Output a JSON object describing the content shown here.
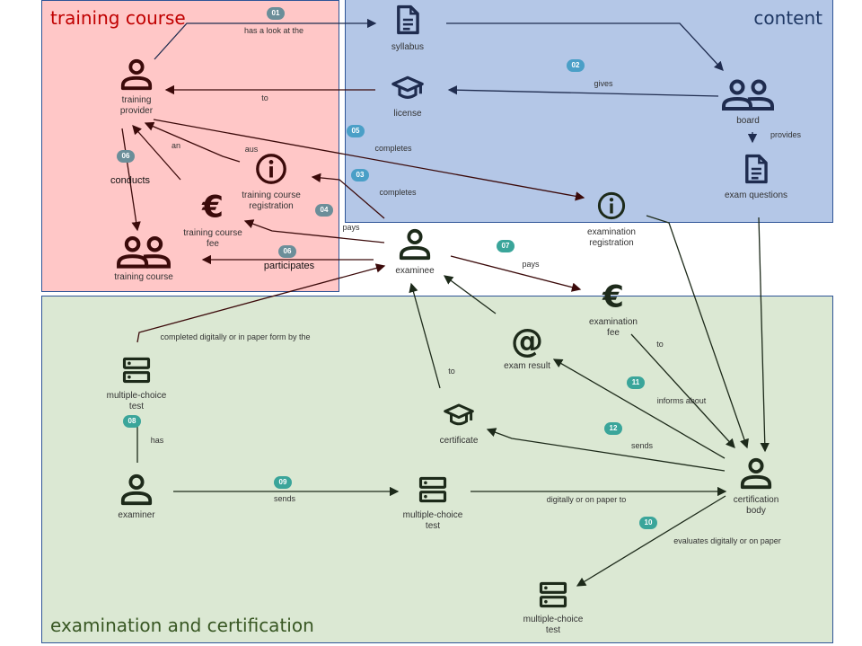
{
  "regions": {
    "training": {
      "title": "training course",
      "fill": "#ffc7c7",
      "title_color": "#c00000"
    },
    "content": {
      "title": "content",
      "fill": "#b4c7e7",
      "title_color": "#1f3864"
    },
    "exam": {
      "title": "examination and certification",
      "fill": "#dbe8d3",
      "title_color": "#385723"
    }
  },
  "colors": {
    "training_ink": "#3b0a0a",
    "content_ink": "#1f2c4f",
    "exam_ink": "#1d2a1a",
    "badge_grey": "#6b8e99",
    "badge_blue": "#4a9fc7",
    "badge_teal": "#3aa59a"
  },
  "nodes": [
    {
      "id": "training-provider",
      "label": "training\nprovider",
      "icon": "person-icon"
    },
    {
      "id": "syllabus",
      "label": "syllabus",
      "icon": "document-icon"
    },
    {
      "id": "license",
      "label": "license",
      "icon": "graduation-cap-icon"
    },
    {
      "id": "board",
      "label": "board",
      "icon": "group-icon"
    },
    {
      "id": "exam-questions",
      "label": "exam questions",
      "icon": "document-icon"
    },
    {
      "id": "training-course-registration",
      "label": "training course\nregistration",
      "icon": "info-icon"
    },
    {
      "id": "training-course-fee",
      "label": "training course\nfee",
      "icon": "euro-icon"
    },
    {
      "id": "training-course",
      "label": "training course",
      "icon": "group-icon"
    },
    {
      "id": "examination-registration",
      "label": "examination\nregistration",
      "icon": "info-icon"
    },
    {
      "id": "examinee",
      "label": "examinee",
      "icon": "person-icon"
    },
    {
      "id": "examination-fee",
      "label": "examination\nfee",
      "icon": "euro-icon"
    },
    {
      "id": "exam-result",
      "label": "exam result",
      "icon": "at-icon"
    },
    {
      "id": "multiple-choice-test-1",
      "label": "multiple-choice\ntest",
      "icon": "server-icon"
    },
    {
      "id": "certificate",
      "label": "certificate",
      "icon": "graduation-cap-icon"
    },
    {
      "id": "examiner",
      "label": "examiner",
      "icon": "person-icon"
    },
    {
      "id": "multiple-choice-test-2",
      "label": "multiple-choice\ntest",
      "icon": "server-icon"
    },
    {
      "id": "certification-body",
      "label": "certification\nbody",
      "icon": "person-icon"
    },
    {
      "id": "multiple-choice-test-3",
      "label": "multiple-choice\ntest",
      "icon": "server-icon"
    }
  ],
  "badges": [
    {
      "text": "01",
      "tone": "badge_grey"
    },
    {
      "text": "02",
      "tone": "badge_blue"
    },
    {
      "text": "05",
      "tone": "badge_blue"
    },
    {
      "text": "03",
      "tone": "badge_blue"
    },
    {
      "text": "04",
      "tone": "badge_grey"
    },
    {
      "text": "06",
      "tone": "badge_grey"
    },
    {
      "text": "06",
      "tone": "badge_grey"
    },
    {
      "text": "07",
      "tone": "badge_teal"
    },
    {
      "text": "08",
      "tone": "badge_teal"
    },
    {
      "text": "09",
      "tone": "badge_teal"
    },
    {
      "text": "10",
      "tone": "badge_teal"
    },
    {
      "text": "11",
      "tone": "badge_teal"
    },
    {
      "text": "12",
      "tone": "badge_teal"
    }
  ],
  "edge_labels": [
    "has a look at the",
    "gives",
    "to",
    "an",
    "aus",
    "completes",
    "completes",
    "provides",
    "conducts",
    "pays",
    "participates",
    "pays",
    "to",
    "completed digitally or in paper form by the",
    "to",
    "informs about",
    "has",
    "sends",
    "sends",
    "digitally or on paper to",
    "evaluates digitally or on paper"
  ]
}
